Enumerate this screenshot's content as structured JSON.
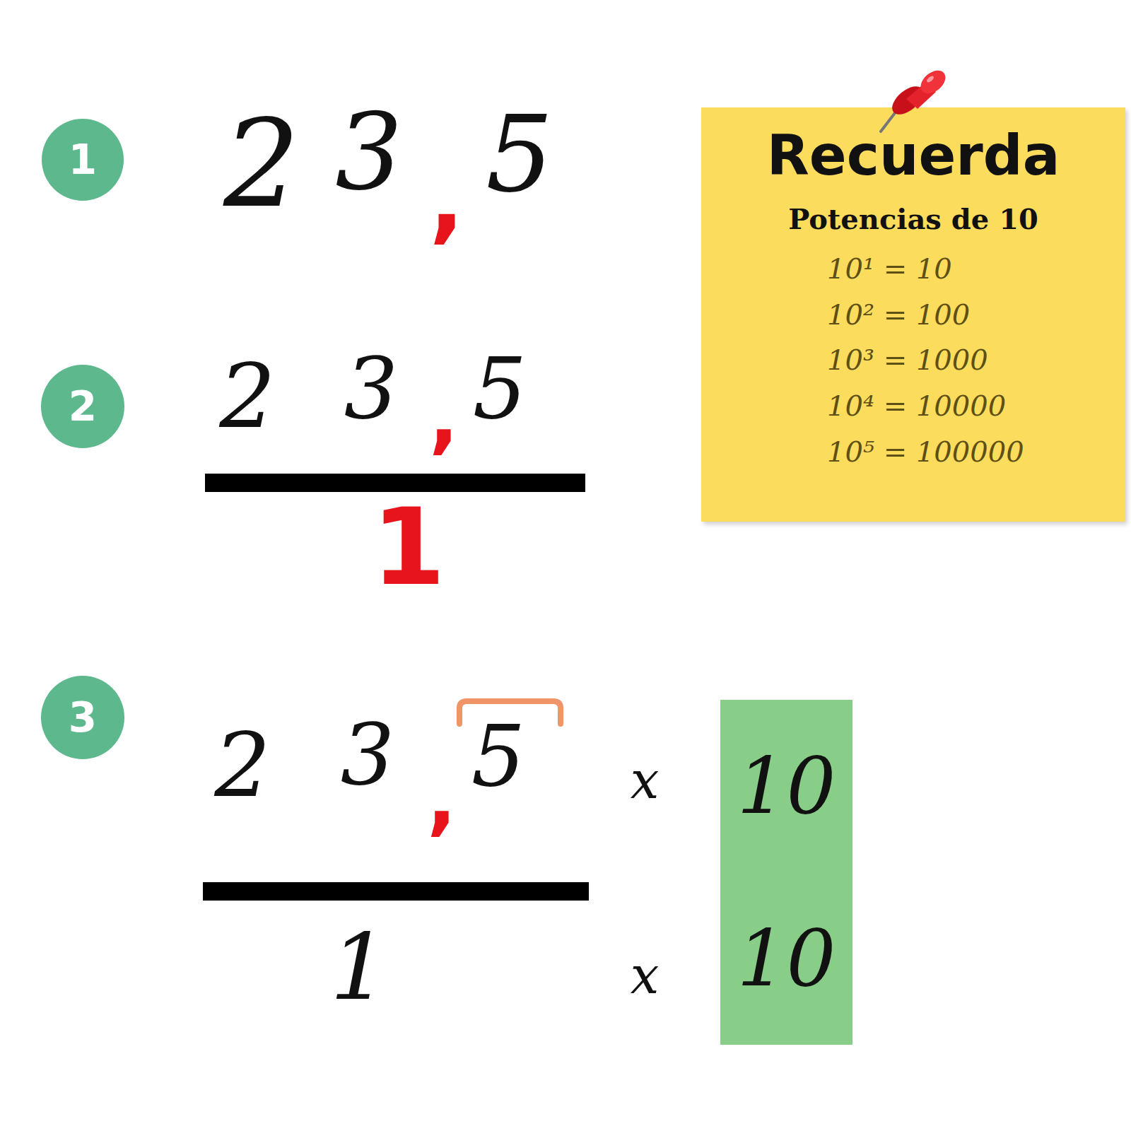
{
  "diagram": {
    "nodes": [
      {
        "text": [
          "1"
        ]
      },
      {
        "text": [
          "Recuerda",
          "Potencias de 10",
          "10¹ = 10",
          "10² = 100",
          "10³ = 1000",
          "10⁴ = 10000",
          "10⁵ = 100000"
        ]
      },
      {
        "text": [
          "2"
        ]
      },
      {
        "text": [
          "3"
        ]
      },
      {
        "text": [
          "10",
          "10"
        ]
      }
    ],
    "labels": [
      "2",
      "3",
      ",",
      "5",
      "2",
      "3",
      ",",
      "5",
      "1",
      "2",
      "3",
      ",",
      "5",
      "x",
      "1",
      "x"
    ]
  }
}
